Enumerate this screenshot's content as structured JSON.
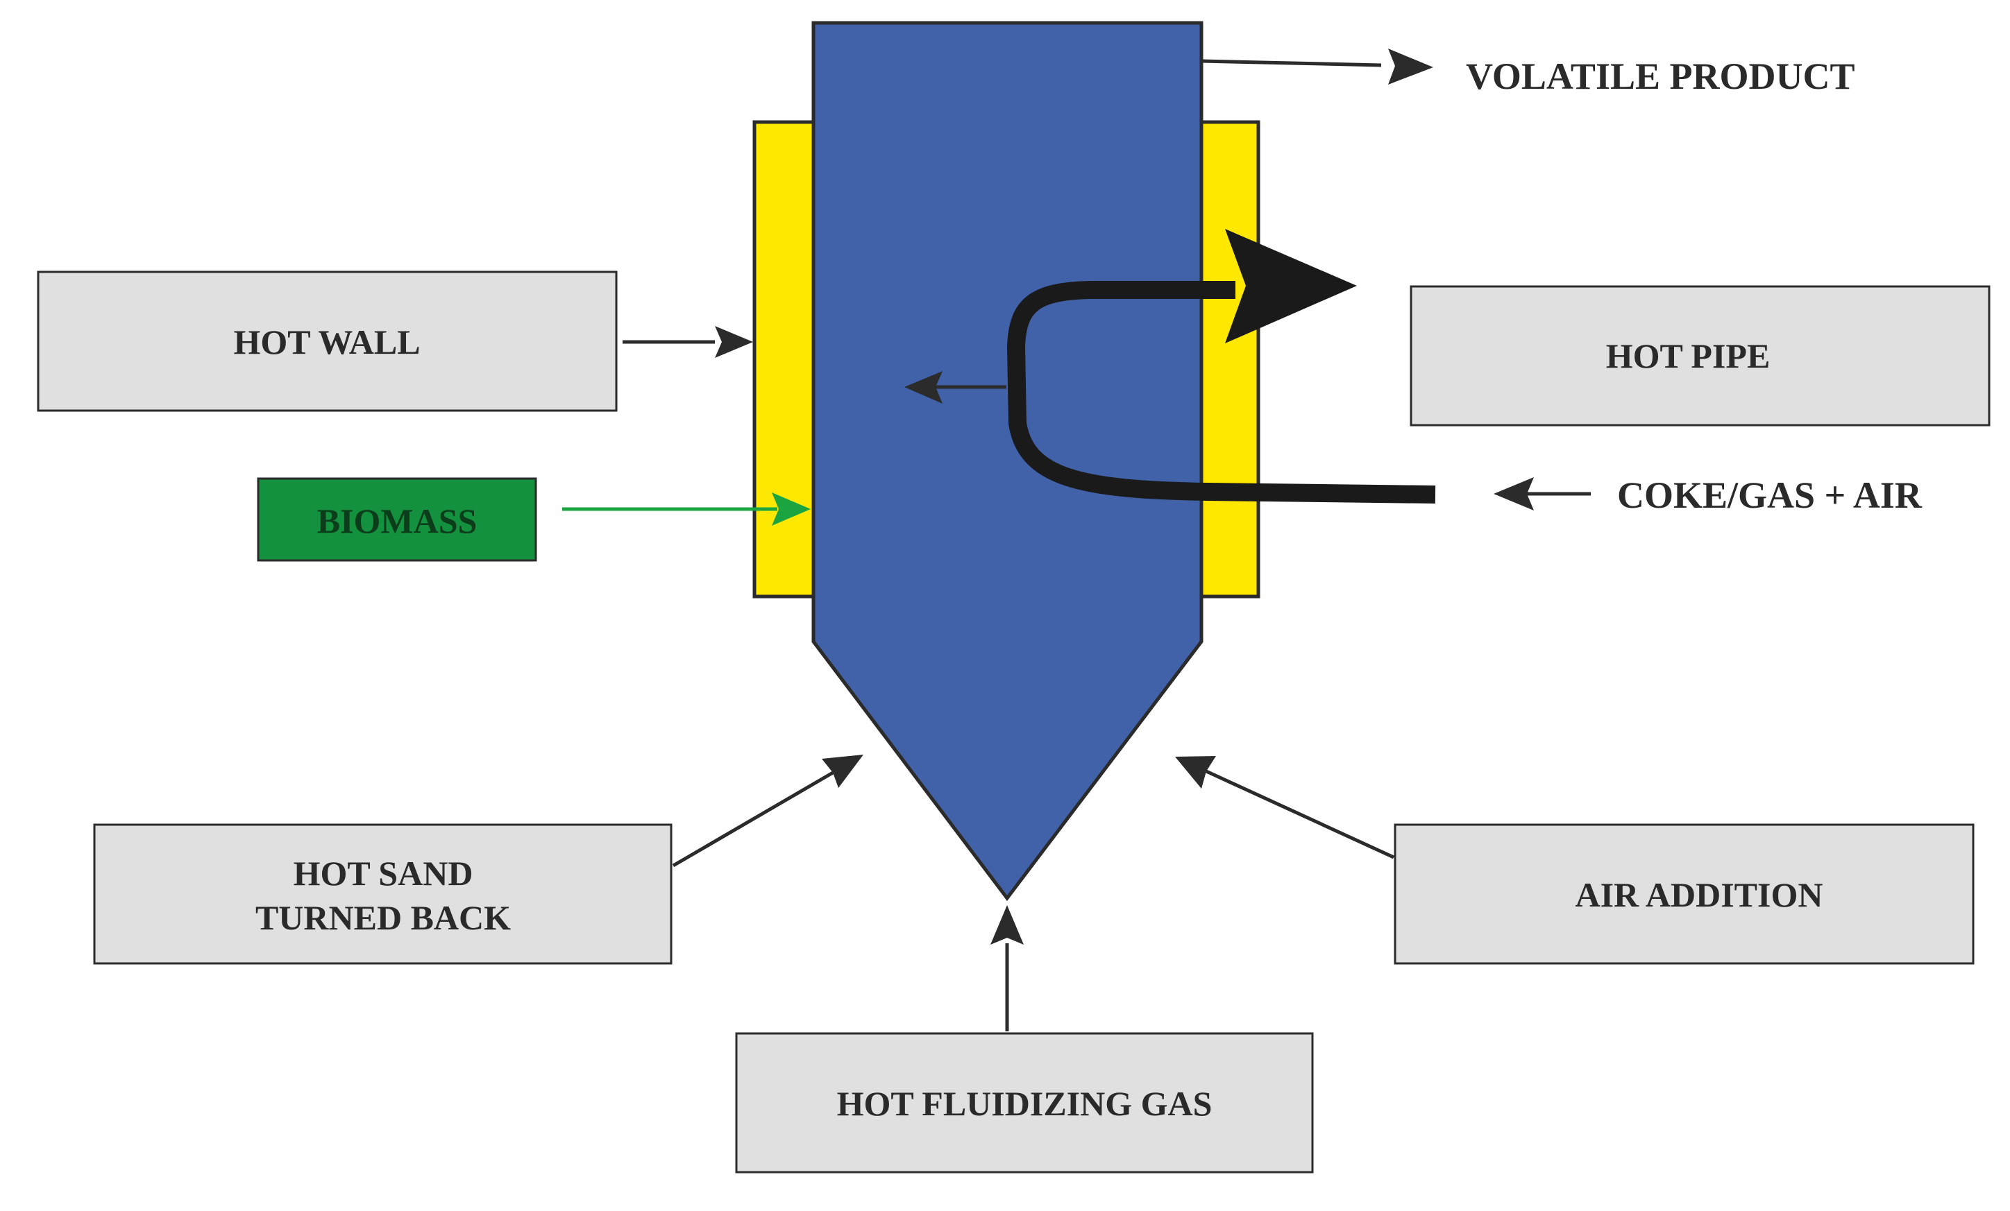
{
  "labels": {
    "volatile_product": "VOLATILE PRODUCT",
    "hot_wall": "HOT WALL",
    "hot_pipe": "HOT PIPE",
    "biomass": "BIOMASS",
    "coke_gas_air": "COKE/GAS + AIR",
    "hot_sand_line1": "HOT SAND",
    "hot_sand_line2": "TURNED BACK",
    "air_addition": "AIR ADDITION",
    "hot_fluidizing_gas": "HOT FLUIDIZING GAS"
  },
  "colors": {
    "reactor_fill": "#4162a8",
    "wall_fill": "#ffe800",
    "box_fill": "#e0e0e0",
    "biomass_fill": "#13913f",
    "biomass_arrow": "#1aa540",
    "outline": "#2b2b2b",
    "pipe": "#1a1a1a"
  }
}
